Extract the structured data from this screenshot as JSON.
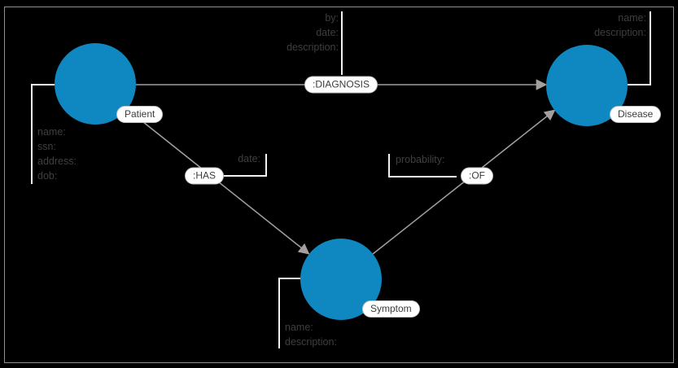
{
  "graph": {
    "background_color": "#000000",
    "frame_border_color": "#8f8f8f",
    "node_fill_color": "#0f87c0",
    "edge_color": "#a3a09e",
    "bracket_color": "#f2f2f2",
    "label_pill_bg": "#ffffff",
    "label_pill_border": "#c2c2c2",
    "label_text_color": "#3d3d3d",
    "property_text_color": "#3f3f3f",
    "nodes": [
      {
        "label": "Patient",
        "properties": [
          "name:",
          "ssn:",
          "address:",
          "dob:"
        ]
      },
      {
        "label": "Disease",
        "properties": [
          "name:",
          "description:"
        ]
      },
      {
        "label": "Symptom",
        "properties": [
          "name:",
          "description:"
        ]
      }
    ],
    "relationships": [
      {
        "label": ":DIAGNOSIS",
        "from": "Patient",
        "to": "Disease",
        "properties": [
          "by:",
          "date:",
          "description:"
        ]
      },
      {
        "label": ":HAS",
        "from": "Patient",
        "to": "Symptom",
        "properties": [
          "date:"
        ]
      },
      {
        "label": ":OF",
        "from": "Symptom",
        "to": "Disease",
        "properties": [
          "probability:"
        ]
      }
    ]
  }
}
